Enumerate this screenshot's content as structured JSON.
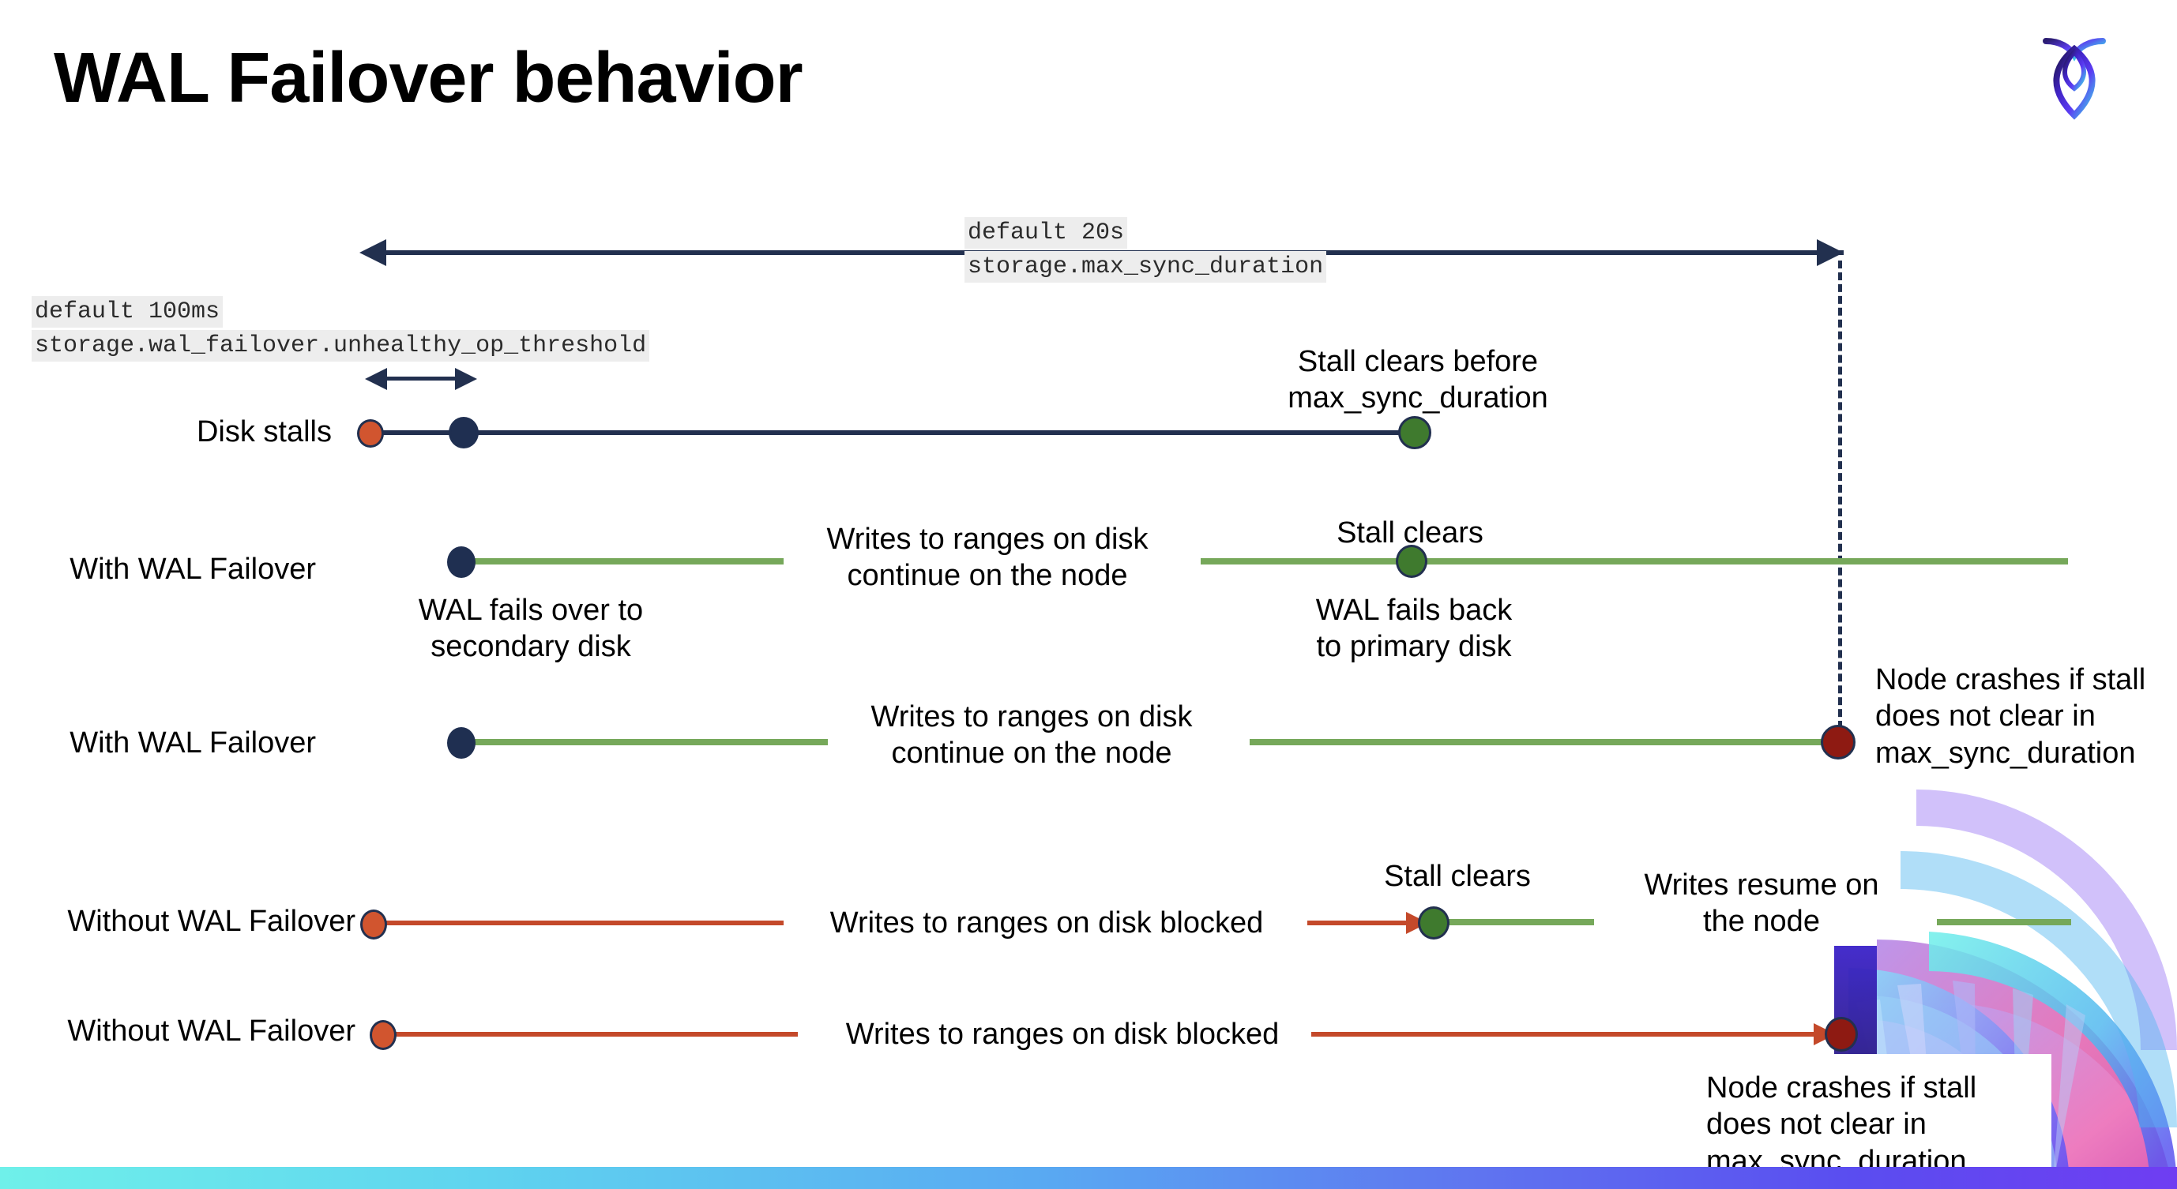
{
  "slide": {
    "title": "WAL Failover behavior",
    "logo_icon": "cockroach-labs-logo-icon",
    "background": "#ffffff",
    "accent_bar_gradient": [
      "#6ff0ea",
      "#59a9f2",
      "#5a4df0",
      "#6f3df2"
    ]
  },
  "colors": {
    "navy": "#22304f",
    "green_line": "#76a85a",
    "red_line": "#c4492a",
    "dot_orange": "#d1552f",
    "dot_navy": "#1f2f51",
    "dot_green": "#3f7a2e",
    "dot_darkred": "#8e1a12",
    "code_chip_bg": "#ededed"
  },
  "settings": {
    "max_sync_duration": {
      "default_label": "default 20s",
      "name": "storage.max_sync_duration"
    },
    "unhealthy_op_threshold": {
      "default_label": "default 100ms",
      "name": "storage.wal_failover.unhealthy_op_threshold"
    }
  },
  "rows": [
    {
      "id": "disk-stalls",
      "label": "Disk stalls",
      "markers": [
        {
          "name": "stall-start-dot",
          "color": "orange"
        },
        {
          "name": "unhealthy-threshold-dot",
          "color": "navy"
        },
        {
          "name": "stall-clears-dot",
          "color": "green"
        }
      ],
      "notes": [
        "Stall clears before\nmax_sync_duration"
      ]
    },
    {
      "id": "with-wal-failover-clears",
      "label": "With WAL Failover",
      "markers": [
        {
          "name": "failover-dot",
          "color": "navy"
        },
        {
          "name": "stall-clears-dot",
          "color": "green"
        }
      ],
      "notes": [
        "Writes to ranges on disk\ncontinue on the node",
        "Stall clears",
        "WAL fails over to\nsecondary disk",
        "WAL fails  back\nto primary disk"
      ]
    },
    {
      "id": "with-wal-failover-crash",
      "label": "With WAL Failover",
      "markers": [
        {
          "name": "failover-dot",
          "color": "navy"
        },
        {
          "name": "node-crash-dot",
          "color": "darkred"
        }
      ],
      "notes": [
        "Writes to ranges on disk\ncontinue on the node",
        "Node crashes if stall\ndoes not clear in\nmax_sync_duration"
      ]
    },
    {
      "id": "without-wal-failover-clears",
      "label": "Without WAL Failover",
      "markers": [
        {
          "name": "stall-start-dot",
          "color": "orange"
        },
        {
          "name": "stall-clears-dot",
          "color": "green"
        }
      ],
      "notes": [
        "Writes to ranges on disk  blocked",
        "Stall clears",
        "Writes resume on\nthe node"
      ]
    },
    {
      "id": "without-wal-failover-crash",
      "label": "Without WAL Failover",
      "markers": [
        {
          "name": "stall-start-dot",
          "color": "orange"
        },
        {
          "name": "node-crash-dot",
          "color": "darkred"
        }
      ],
      "notes": [
        "Writes to ranges on disk  blocked",
        "Node crashes if stall\ndoes not clear in\nmax_sync_duration"
      ]
    }
  ],
  "labels": {
    "disk_stalls": "Disk stalls",
    "with_wal_failover_1": "With WAL Failover",
    "with_wal_failover_2": "With WAL Failover",
    "without_wal_failover_1": "Without WAL Failover",
    "without_wal_failover_2": "Without WAL Failover"
  },
  "notes": {
    "stall_clears_before_msd": "Stall clears before\nmax_sync_duration",
    "writes_continue_1": "Writes to ranges on disk\ncontinue on the node",
    "writes_continue_2": "Writes to ranges on disk\ncontinue on the node",
    "stall_clears_row2": "Stall clears",
    "wal_fails_over": "WAL fails over to\nsecondary disk",
    "wal_fails_back": "WAL fails  back\nto primary disk",
    "node_crashes_row3": "Node crashes if stall\ndoes not clear in\nmax_sync_duration",
    "writes_blocked_1": "Writes to ranges on disk  blocked",
    "stall_clears_row4": "Stall clears",
    "writes_resume": "Writes resume on\nthe node",
    "writes_blocked_2": "Writes to ranges on disk  blocked",
    "node_crashes_row5": "Node crashes if stall\ndoes not clear in\nmax_sync_duration"
  }
}
